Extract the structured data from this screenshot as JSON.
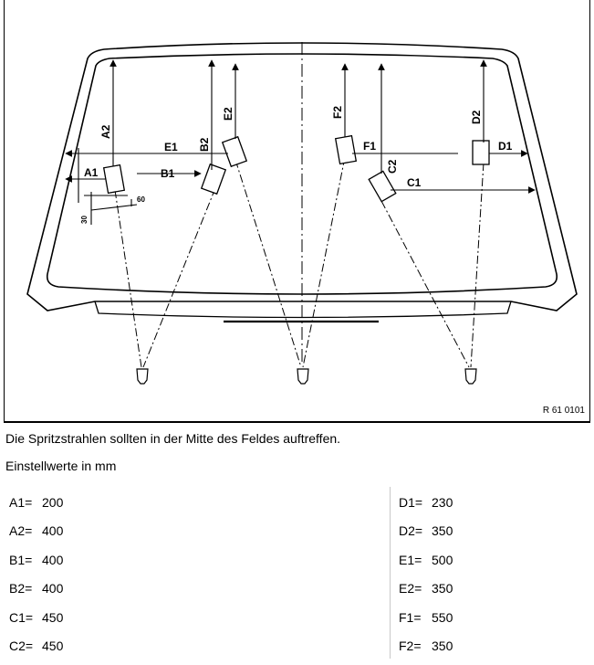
{
  "figure": {
    "code": "R 61 0101",
    "labels": {
      "A1": "A1",
      "A2": "A2",
      "B1": "B1",
      "B2": "B2",
      "C1": "C1",
      "C2": "C2",
      "D1": "D1",
      "D2": "D2",
      "E1": "E1",
      "E2": "E2",
      "F1": "F1",
      "F2": "F2",
      "dim60": "60",
      "dim30": "30"
    }
  },
  "note": "Die Spritzstrahlen sollten in der Mitte des Feldes auftreffen.",
  "units_label": "Einstellwerte in mm",
  "values_left": [
    {
      "key": "A1=",
      "value": "200"
    },
    {
      "key": "A2=",
      "value": "400"
    },
    {
      "key": "B1=",
      "value": "400"
    },
    {
      "key": "B2=",
      "value": "400"
    },
    {
      "key": "C1=",
      "value": "450"
    },
    {
      "key": "C2=",
      "value": "450"
    }
  ],
  "values_right": [
    {
      "key": "D1=",
      "value": "230"
    },
    {
      "key": "D2=",
      "value": "350"
    },
    {
      "key": "E1=",
      "value": "500"
    },
    {
      "key": "E2=",
      "value": "350"
    },
    {
      "key": "F1=",
      "value": "550"
    },
    {
      "key": "F2=",
      "value": "350"
    }
  ]
}
